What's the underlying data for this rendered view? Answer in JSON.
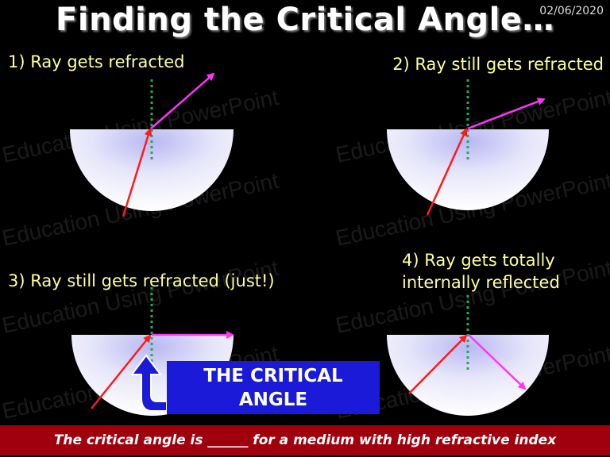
{
  "slide": {
    "title": "Finding the Critical Angle…",
    "date": "02/06/2020",
    "watermark_text": "Education Using PowerPoint",
    "steps": [
      {
        "label": "1) Ray gets refracted"
      },
      {
        "label": "2) Ray still gets refracted"
      },
      {
        "label": "3) Ray still gets refracted (just!)"
      },
      {
        "label_line1": "4) Ray gets totally",
        "label_line2": "internally reflected"
      }
    ],
    "critical_angle_box": {
      "line1": "THE CRITICAL",
      "line2": "ANGLE"
    },
    "footer": "The critical angle is ______ for a medium with high refractive index"
  },
  "colors": {
    "background": "#000000",
    "title": "#ffffff",
    "labels": "#ffff99",
    "incident_ray": "#ff1a1a",
    "refracted_ray": "#ff33ff",
    "normal_line": "#22aa55",
    "glass_block": "#f2f2fc",
    "callout_box": "#1a1ad8",
    "footer_bar": "#a0000e"
  },
  "icons": [
    "curved-arrow-icon"
  ]
}
